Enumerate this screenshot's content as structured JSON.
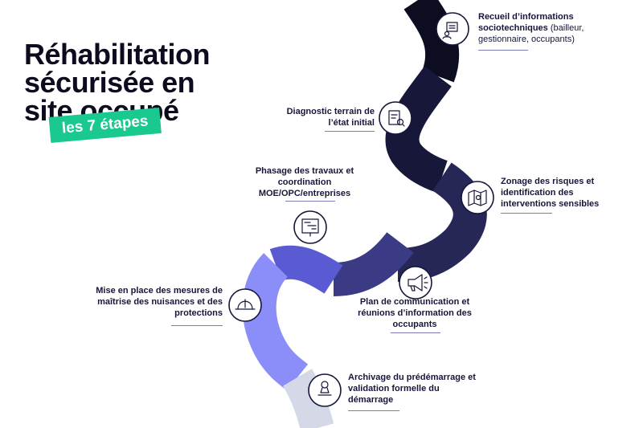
{
  "title": {
    "line1": "Réhabilitation",
    "line2": "sécurisée en",
    "line3": "site occupé"
  },
  "badge": "les 7 étapes",
  "colors": {
    "step1": "#0d0d22",
    "step2": "#17173a",
    "step3": "#262657",
    "step4": "#3b3b85",
    "step5": "#5a5ad3",
    "step6": "#8b8ef9",
    "step7": "#d5d8e6",
    "badge": "#19c98f"
  },
  "steps": [
    {
      "icon": "user-checklist-icon",
      "bold": "Recueil d’informations sociotechniques",
      "rest": " (bailleur, gestionnaire, occupants)"
    },
    {
      "icon": "inspection-report-icon",
      "bold": "Diagnostic terrain de l’état initial",
      "rest": ""
    },
    {
      "icon": "risk-zone-map-icon",
      "bold": "Zonage des risques et identification des interventions sensibles",
      "rest": ""
    },
    {
      "icon": "megaphone-icon",
      "bold": "Plan de communication et réunions d’information des occupants",
      "rest": ""
    },
    {
      "icon": "planning-board-icon",
      "bold": "Phasage des travaux et coordination MOE/OPC/entreprises",
      "rest": ""
    },
    {
      "icon": "hard-hat-icon",
      "bold": "Mise en place des mesures de maîtrise des nuisances et des protections",
      "rest": ""
    },
    {
      "icon": "approval-stamp-icon",
      "bold": "Archivage du prédémarrage et validation formelle du démarrage",
      "rest": ""
    }
  ]
}
